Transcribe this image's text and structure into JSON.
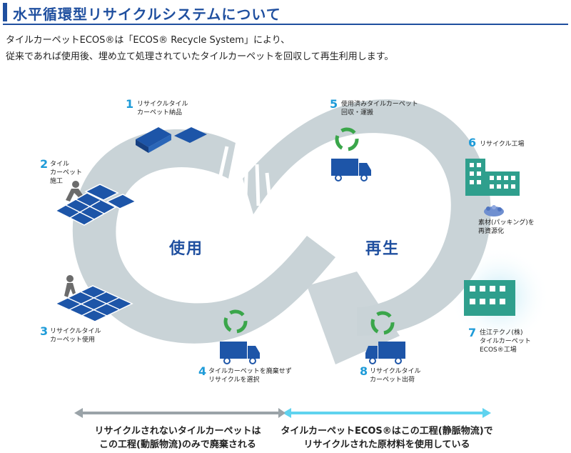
{
  "header": {
    "title": "水平循環型リサイクルシステムについて"
  },
  "intro": {
    "line1": "タイルカーペットECOS®は「ECOS® Recycle System」により、",
    "line2": "従来であれば使用後、埋め立て処理されていたタイルカーペットを回収して再生利用します。"
  },
  "center": {
    "use": "使用",
    "recycle": "再生"
  },
  "steps": [
    {
      "num": "1",
      "lines": [
        "リサイクルタイル",
        "カーペット納品"
      ]
    },
    {
      "num": "2",
      "lines": [
        "タイル",
        "カーペット",
        "施工"
      ]
    },
    {
      "num": "3",
      "lines": [
        "リサイクルタイル",
        "カーペット使用"
      ]
    },
    {
      "num": "4",
      "lines": [
        "タイルカーペットを廃棄せず",
        "リサイクルを選択"
      ]
    },
    {
      "num": "5",
      "lines": [
        "使用済みタイルカーペット",
        "回収・運搬"
      ]
    },
    {
      "num": "6",
      "lines": [
        "リサイクル工場"
      ]
    },
    {
      "num": "7",
      "lines": [
        "住江テクノ(株)",
        "タイルカーペット",
        "ECOS®工場"
      ]
    },
    {
      "num": "8",
      "lines": [
        "リサイクルタイル",
        "カーペット出荷"
      ]
    }
  ],
  "material_note": {
    "lines": [
      "素材(パッキング)を",
      "再資源化"
    ]
  },
  "bottom": {
    "left": {
      "line1": "リサイクルされないタイルカーペットは",
      "line2": "この工程(動脈物流)のみで廃棄される",
      "color": "#9aa3a8"
    },
    "right": {
      "line1": "タイルカーペットECOS®はこの工程(静脈物流)で",
      "line2": "リサイクルされた原材料を使用している",
      "color": "#5fd3ef"
    }
  },
  "colors": {
    "loop": "#c9d3d7",
    "brand_blue": "#1f4f9f",
    "tile_blue": "#1d55a8",
    "number_cyan": "#1e9bd8",
    "recycle_green": "#3aa64a",
    "building_teal": "#2f9f8d",
    "gray_arrow": "#9aa3a8",
    "cyan_arrow": "#5fd3ef"
  }
}
